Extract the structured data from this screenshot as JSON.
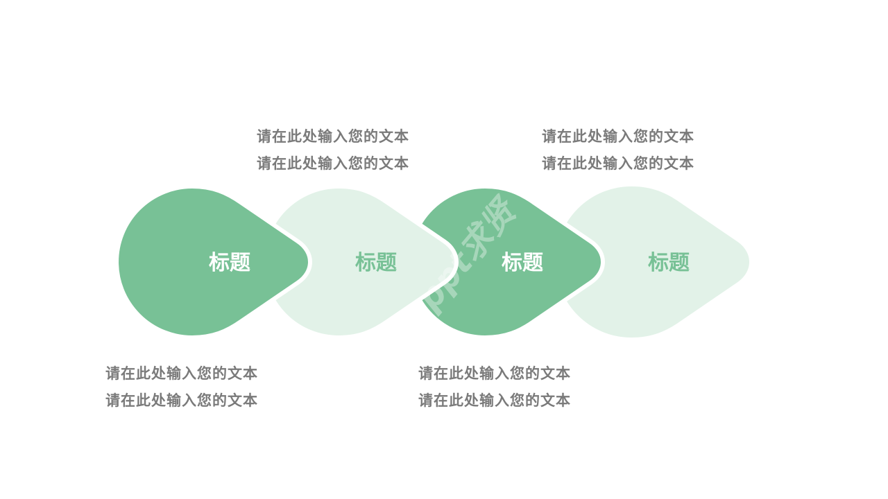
{
  "colors": {
    "dark": "#78c196",
    "light": "#e2f2e8",
    "dark_text": "#ffffff",
    "light_text": "#78c196",
    "desc_text": "#7a7a7a"
  },
  "steps": [
    {
      "title": "标题",
      "style": "dark"
    },
    {
      "title": "标题",
      "style": "light"
    },
    {
      "title": "标题",
      "style": "dark"
    },
    {
      "title": "标题",
      "style": "light"
    }
  ],
  "descriptions": [
    {
      "position": "bottom",
      "step": 1,
      "lines": [
        "请在此处输入您的文本",
        "请在此处输入您的文本"
      ]
    },
    {
      "position": "top",
      "step": 2,
      "lines": [
        "请在此处输入您的文本",
        "请在此处输入您的文本"
      ]
    },
    {
      "position": "bottom",
      "step": 3,
      "lines": [
        "请在此处输入您的文本",
        "请在此处输入您的文本"
      ]
    },
    {
      "position": "top",
      "step": 4,
      "lines": [
        "请在此处输入您的文本",
        "请在此处输入您的文本"
      ]
    }
  ],
  "watermark": "ppt求贤"
}
